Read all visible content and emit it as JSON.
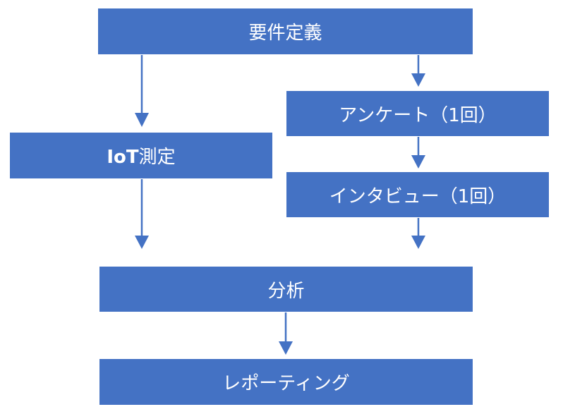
{
  "colors": {
    "box_fill": "#4472c4",
    "box_text": "#ffffff",
    "arrow": "#4472c4",
    "background": "#ffffff"
  },
  "nodes": {
    "requirements": "要件定義",
    "iot_prefix": "IoT",
    "iot_suffix": "測定",
    "survey": "アンケート（1回）",
    "interview": "インタビュー（1回）",
    "analysis": "分析",
    "reporting": "レポーティング"
  },
  "edges": [
    {
      "from": "requirements",
      "to": "iot"
    },
    {
      "from": "requirements",
      "to": "survey"
    },
    {
      "from": "survey",
      "to": "interview"
    },
    {
      "from": "iot",
      "to": "analysis"
    },
    {
      "from": "interview",
      "to": "analysis"
    },
    {
      "from": "analysis",
      "to": "reporting"
    }
  ]
}
